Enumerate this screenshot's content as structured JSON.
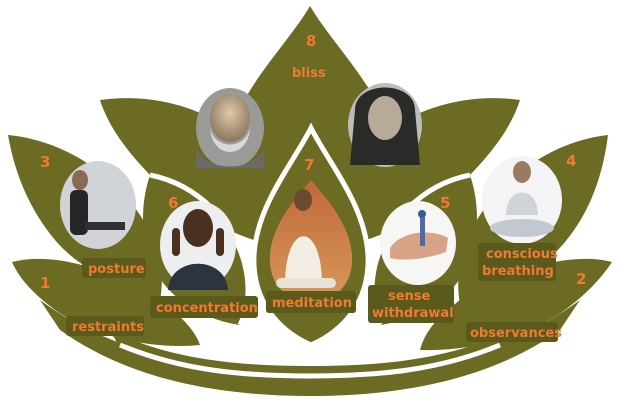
{
  "diagram": {
    "title": "",
    "colors": {
      "petal": "#6b6b23",
      "petal_dark": "#54541a",
      "label": "#f07a30",
      "background": "#ffffff"
    },
    "limbs": [
      {
        "number": "1",
        "label_lines": [
          "restraints"
        ],
        "image": ""
      },
      {
        "number": "2",
        "label_lines": [
          "observances"
        ],
        "image": ""
      },
      {
        "number": "3",
        "label_lines": [
          "posture"
        ],
        "image": "woman-at-table-photo"
      },
      {
        "number": "4",
        "label_lines": [
          "conscious",
          "breathing"
        ],
        "image": "man-breathing-photo"
      },
      {
        "number": "5",
        "label_lines": [
          "sense",
          "withdrawal"
        ],
        "image": "hand-illustration"
      },
      {
        "number": "6",
        "label_lines": [
          "concentration"
        ],
        "image": "man-concentrating-photo"
      },
      {
        "number": "7",
        "label_lines": [
          "meditation"
        ],
        "image": "man-meditating-photo"
      },
      {
        "number": "8",
        "label_lines": [
          "bliss"
        ],
        "image": "saints-portraits"
      }
    ]
  }
}
